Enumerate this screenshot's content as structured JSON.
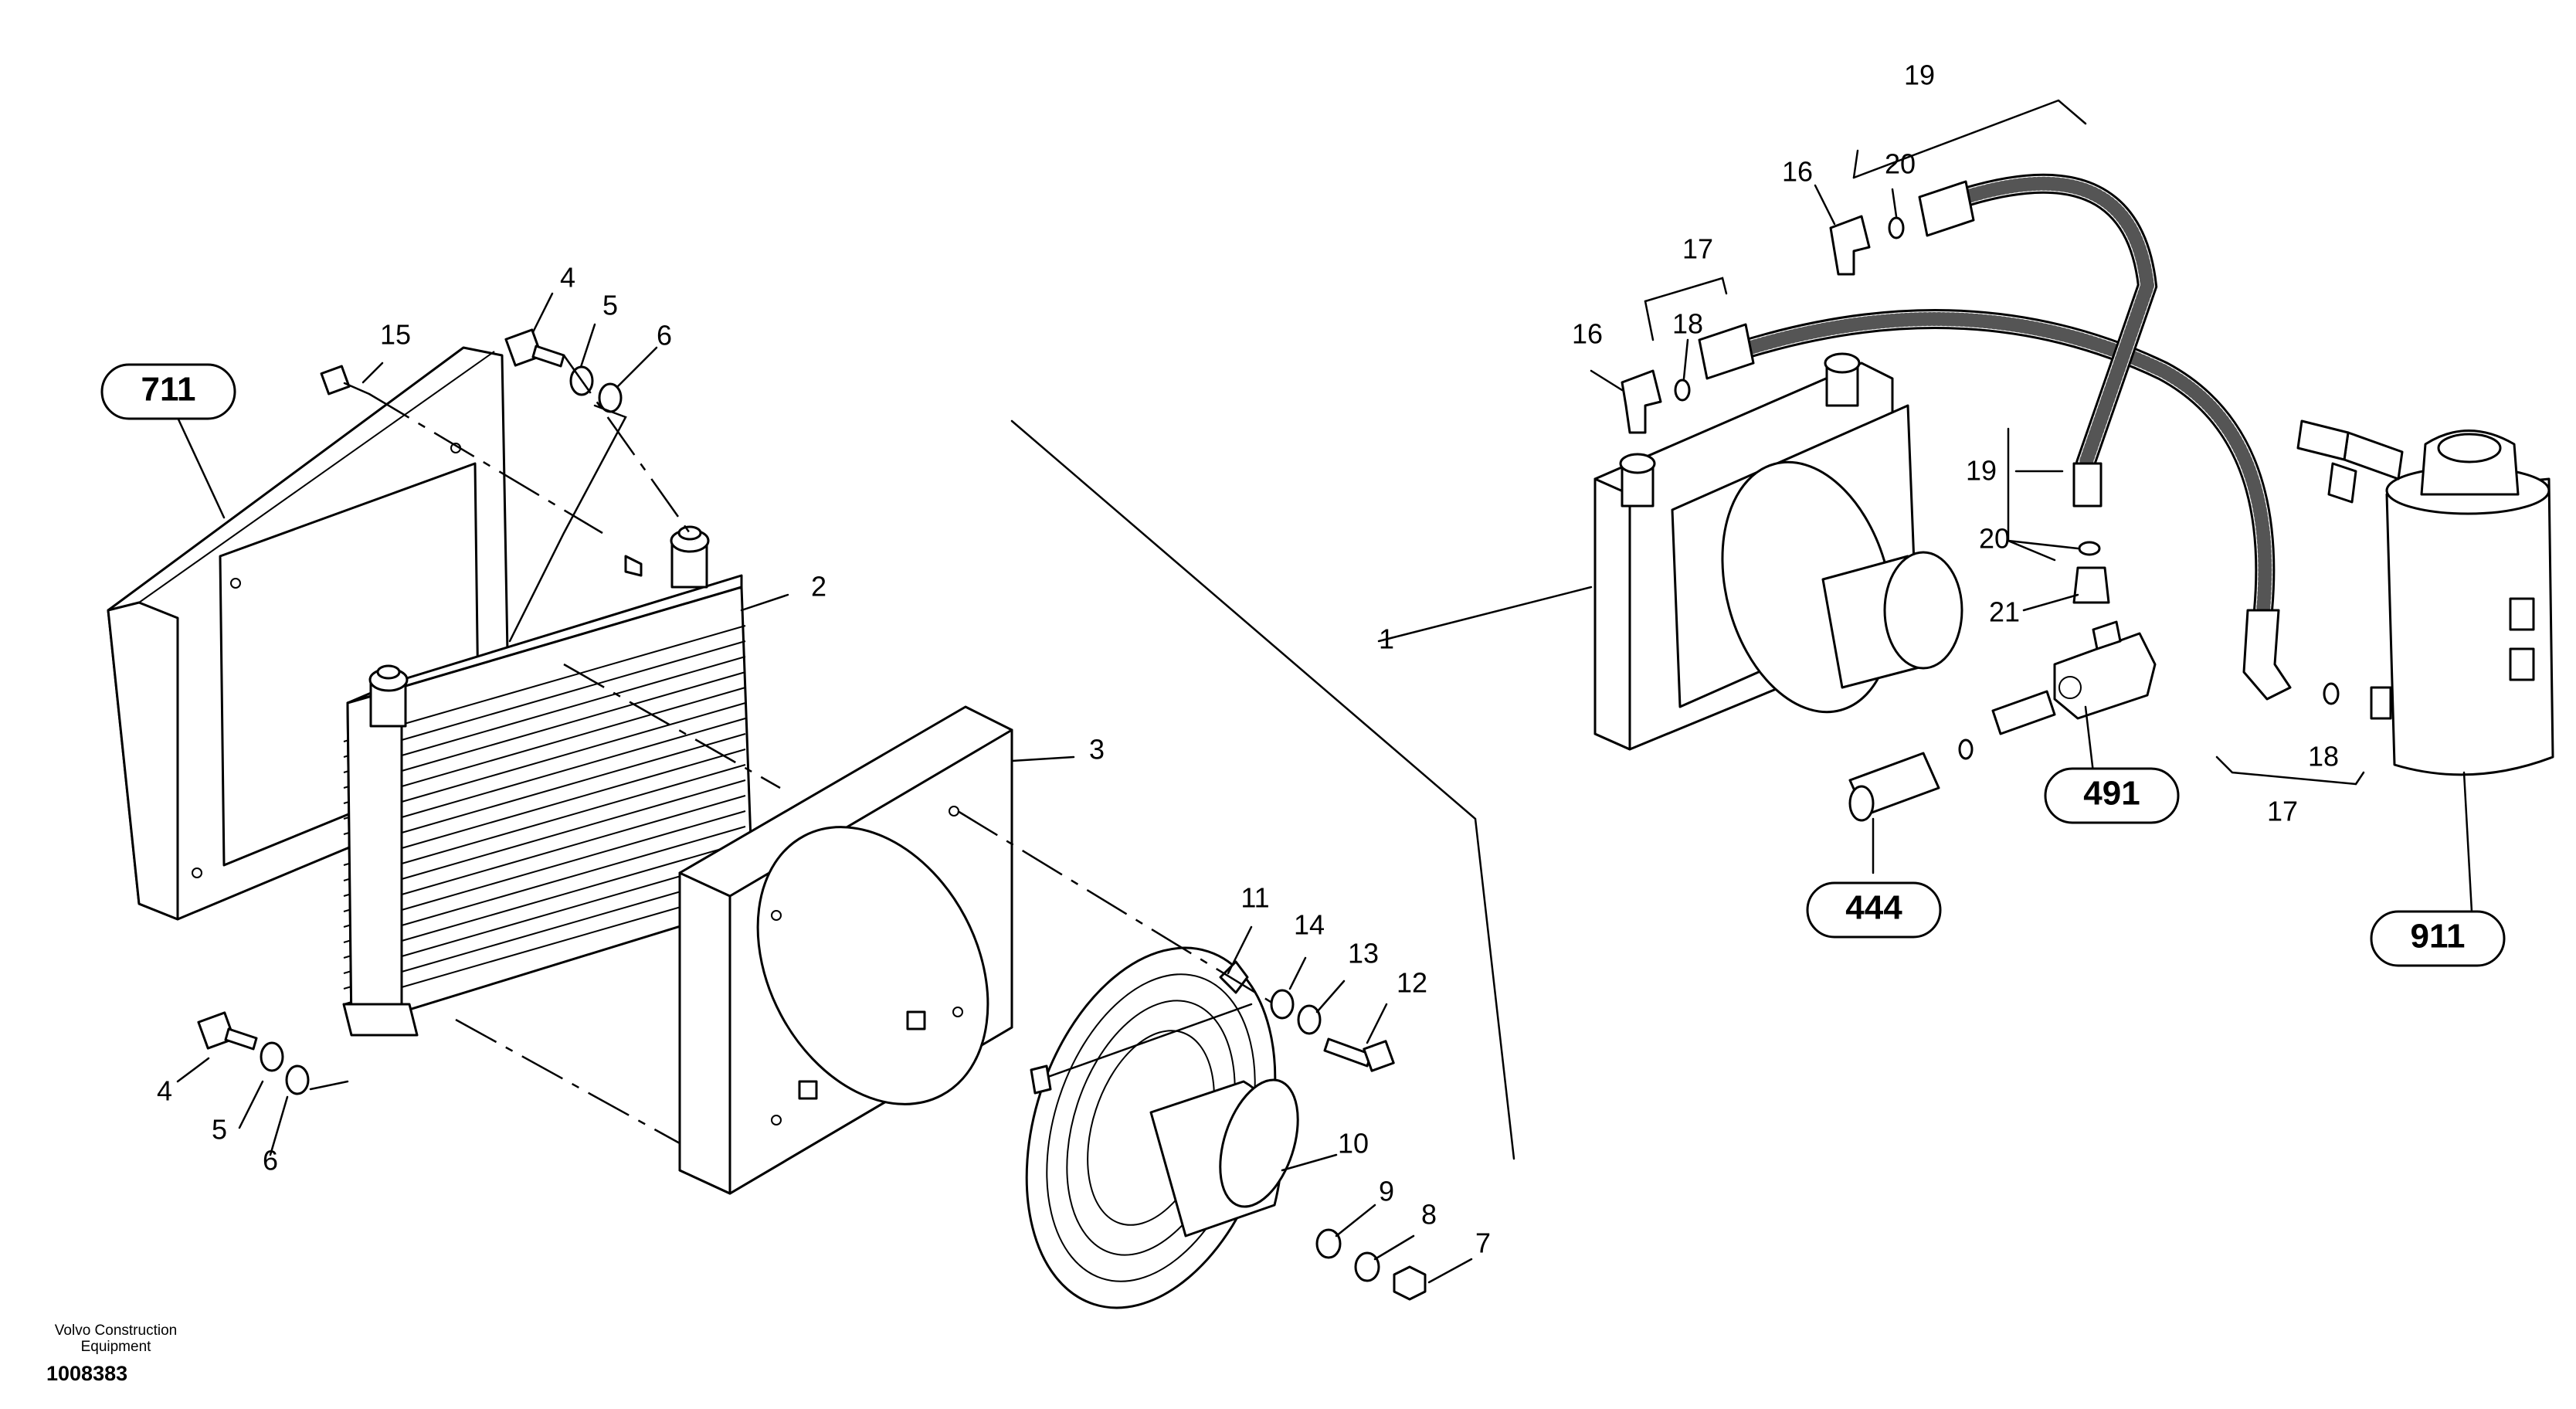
{
  "company": "Volvo Construction\nEquipment",
  "drawing_number": "1008383",
  "part_labels": [
    "1",
    "2",
    "3",
    "4",
    "5",
    "6",
    "4",
    "5",
    "6",
    "7",
    "8",
    "9",
    "10",
    "11",
    "12",
    "13",
    "14",
    "15",
    "16",
    "16",
    "17",
    "17",
    "18",
    "18",
    "19",
    "19",
    "20",
    "20",
    "21"
  ],
  "reference_labels": [
    "711",
    "491",
    "444",
    "911"
  ]
}
